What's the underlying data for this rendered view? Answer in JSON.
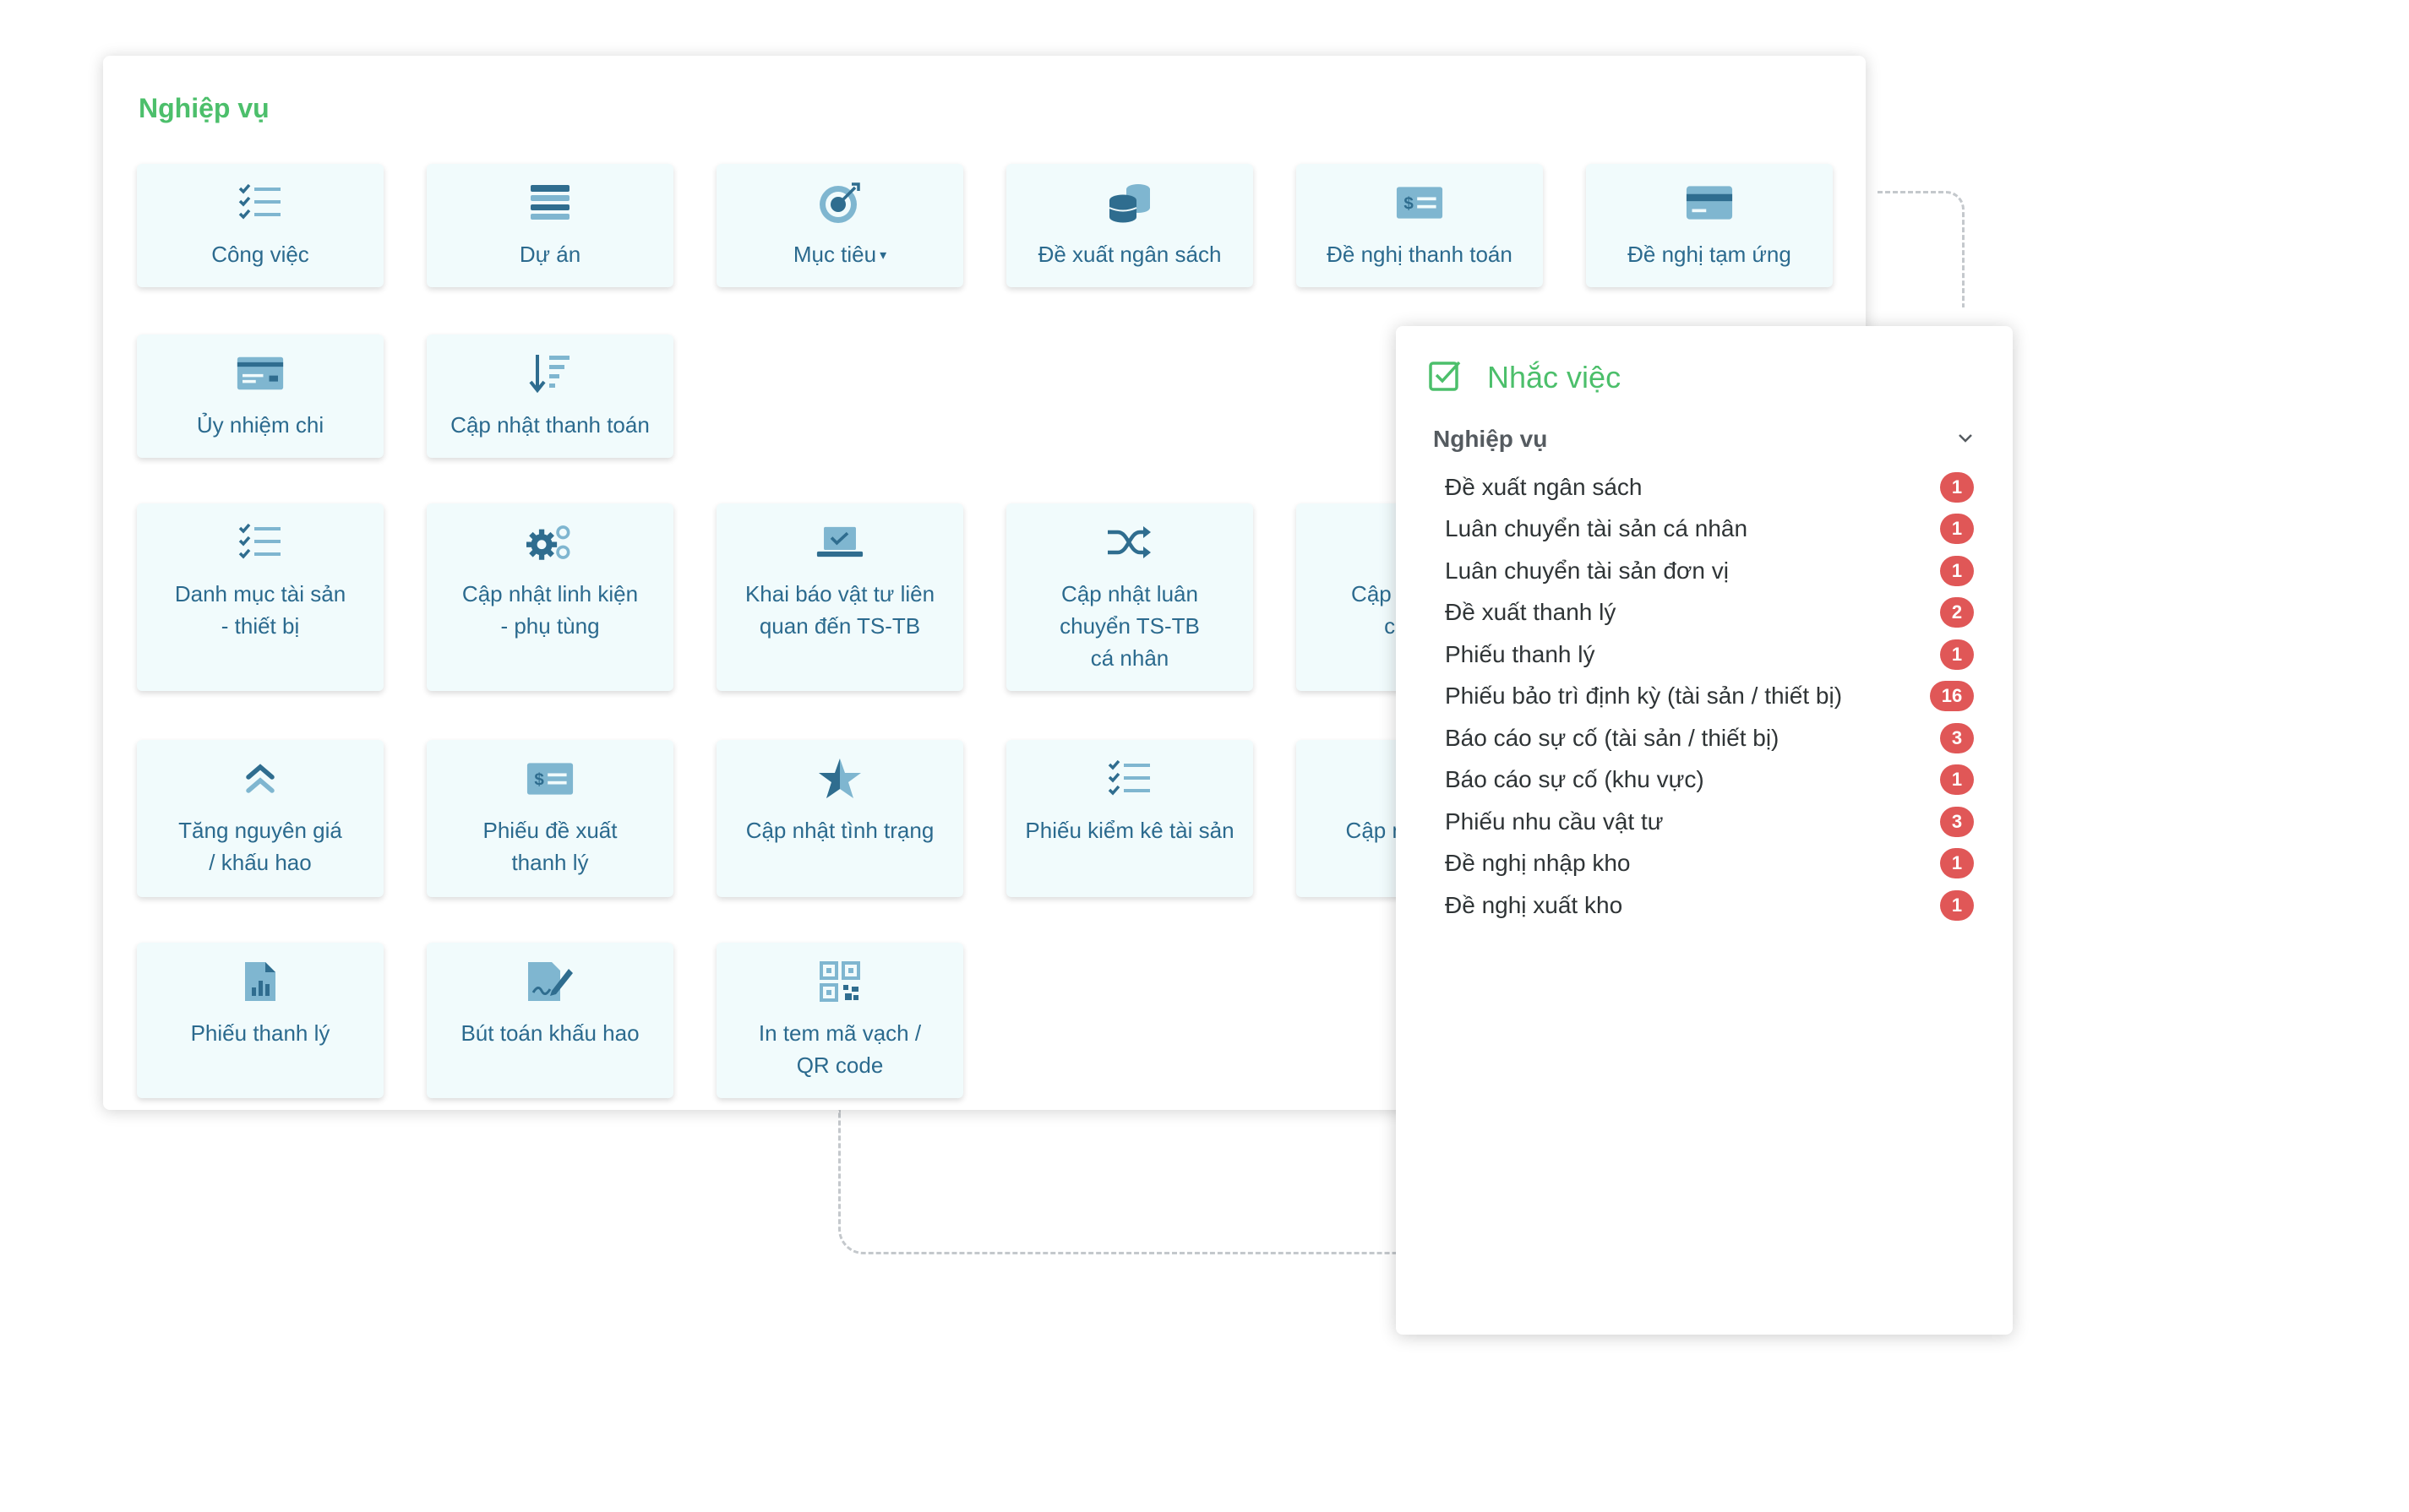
{
  "main": {
    "title": "Nghiệp vụ",
    "tiles": [
      {
        "label": "Công việc",
        "icon": "task-list-icon"
      },
      {
        "label": "Dự án",
        "icon": "project-list-icon"
      },
      {
        "label": "Mục tiêu",
        "icon": "target-icon",
        "caret": "▾"
      },
      {
        "label": "Đề xuất ngân sách",
        "icon": "coin-stack-icon"
      },
      {
        "label": "Đề nghị thanh toán",
        "icon": "payment-bill-icon"
      },
      {
        "label": "Đề nghị tạm ứng",
        "icon": "credit-card-icon"
      },
      {
        "label": "Ủy nhiệm chi",
        "icon": "payment-order-icon"
      },
      {
        "label": "Cập nhật thanh toán",
        "icon": "sort-down-icon"
      },
      {
        "label": "Danh mục tài sản - thiết bị",
        "icon": "asset-list-icon"
      },
      {
        "label": "Cập nhật linh kiện - phụ tùng",
        "icon": "gears-icon"
      },
      {
        "label": "Khai báo vật tư liên quan đến TS-TB",
        "icon": "laptop-check-icon"
      },
      {
        "label": "Cập nhật luân chuyển TS-TB cá nhân",
        "icon": "shuffle-icon"
      },
      {
        "label": "Cập nhật luân chuyển",
        "icon": "transfer-icon"
      },
      {
        "label": "Tăng nguyên giá / khấu hao",
        "icon": "chevrons-up-icon"
      },
      {
        "label": "Phiếu đề xuất thanh lý",
        "icon": "liquidation-bill-icon"
      },
      {
        "label": "Cập nhật tình trạng",
        "icon": "star-status-icon"
      },
      {
        "label": "Phiếu kiểm kê tài sản",
        "icon": "inventory-list-icon"
      },
      {
        "label": "Cập nhật chỉnh",
        "icon": "adjust-icon"
      },
      {
        "label": "Phiếu thanh lý",
        "icon": "file-chart-icon"
      },
      {
        "label": "Bút toán khấu hao",
        "icon": "signature-icon"
      },
      {
        "label": "In tem mã vạch / QR code",
        "icon": "qr-code-icon"
      }
    ]
  },
  "reminder": {
    "title": "Nhắc việc",
    "section": "Nghiệp vụ",
    "items": [
      {
        "label": "Đề xuất ngân sách",
        "count": "1"
      },
      {
        "label": "Luân chuyển tài sản cá nhân",
        "count": "1"
      },
      {
        "label": "Luân chuyển tài sản đơn vị",
        "count": "1"
      },
      {
        "label": "Đề xuất thanh lý",
        "count": "2"
      },
      {
        "label": "Phiếu thanh lý",
        "count": "1"
      },
      {
        "label": "Phiếu bảo trì định kỳ (tài sản / thiết bị)",
        "count": "16"
      },
      {
        "label": "Báo cáo sự cố (tài sản / thiết bị)",
        "count": "3"
      },
      {
        "label": "Báo cáo sự cố (khu vực)",
        "count": "1"
      },
      {
        "label": "Phiếu nhu cầu vật tư",
        "count": "3"
      },
      {
        "label": "Đề nghị nhập kho",
        "count": "1"
      },
      {
        "label": "Đề nghị xuất kho",
        "count": "1"
      }
    ]
  },
  "colors": {
    "accent_green": "#4cbf6b",
    "tile_text": "#2b6a8e",
    "icon_dark": "#2f6d8f",
    "icon_light": "#7fb6d0",
    "badge_red": "#e05757"
  }
}
